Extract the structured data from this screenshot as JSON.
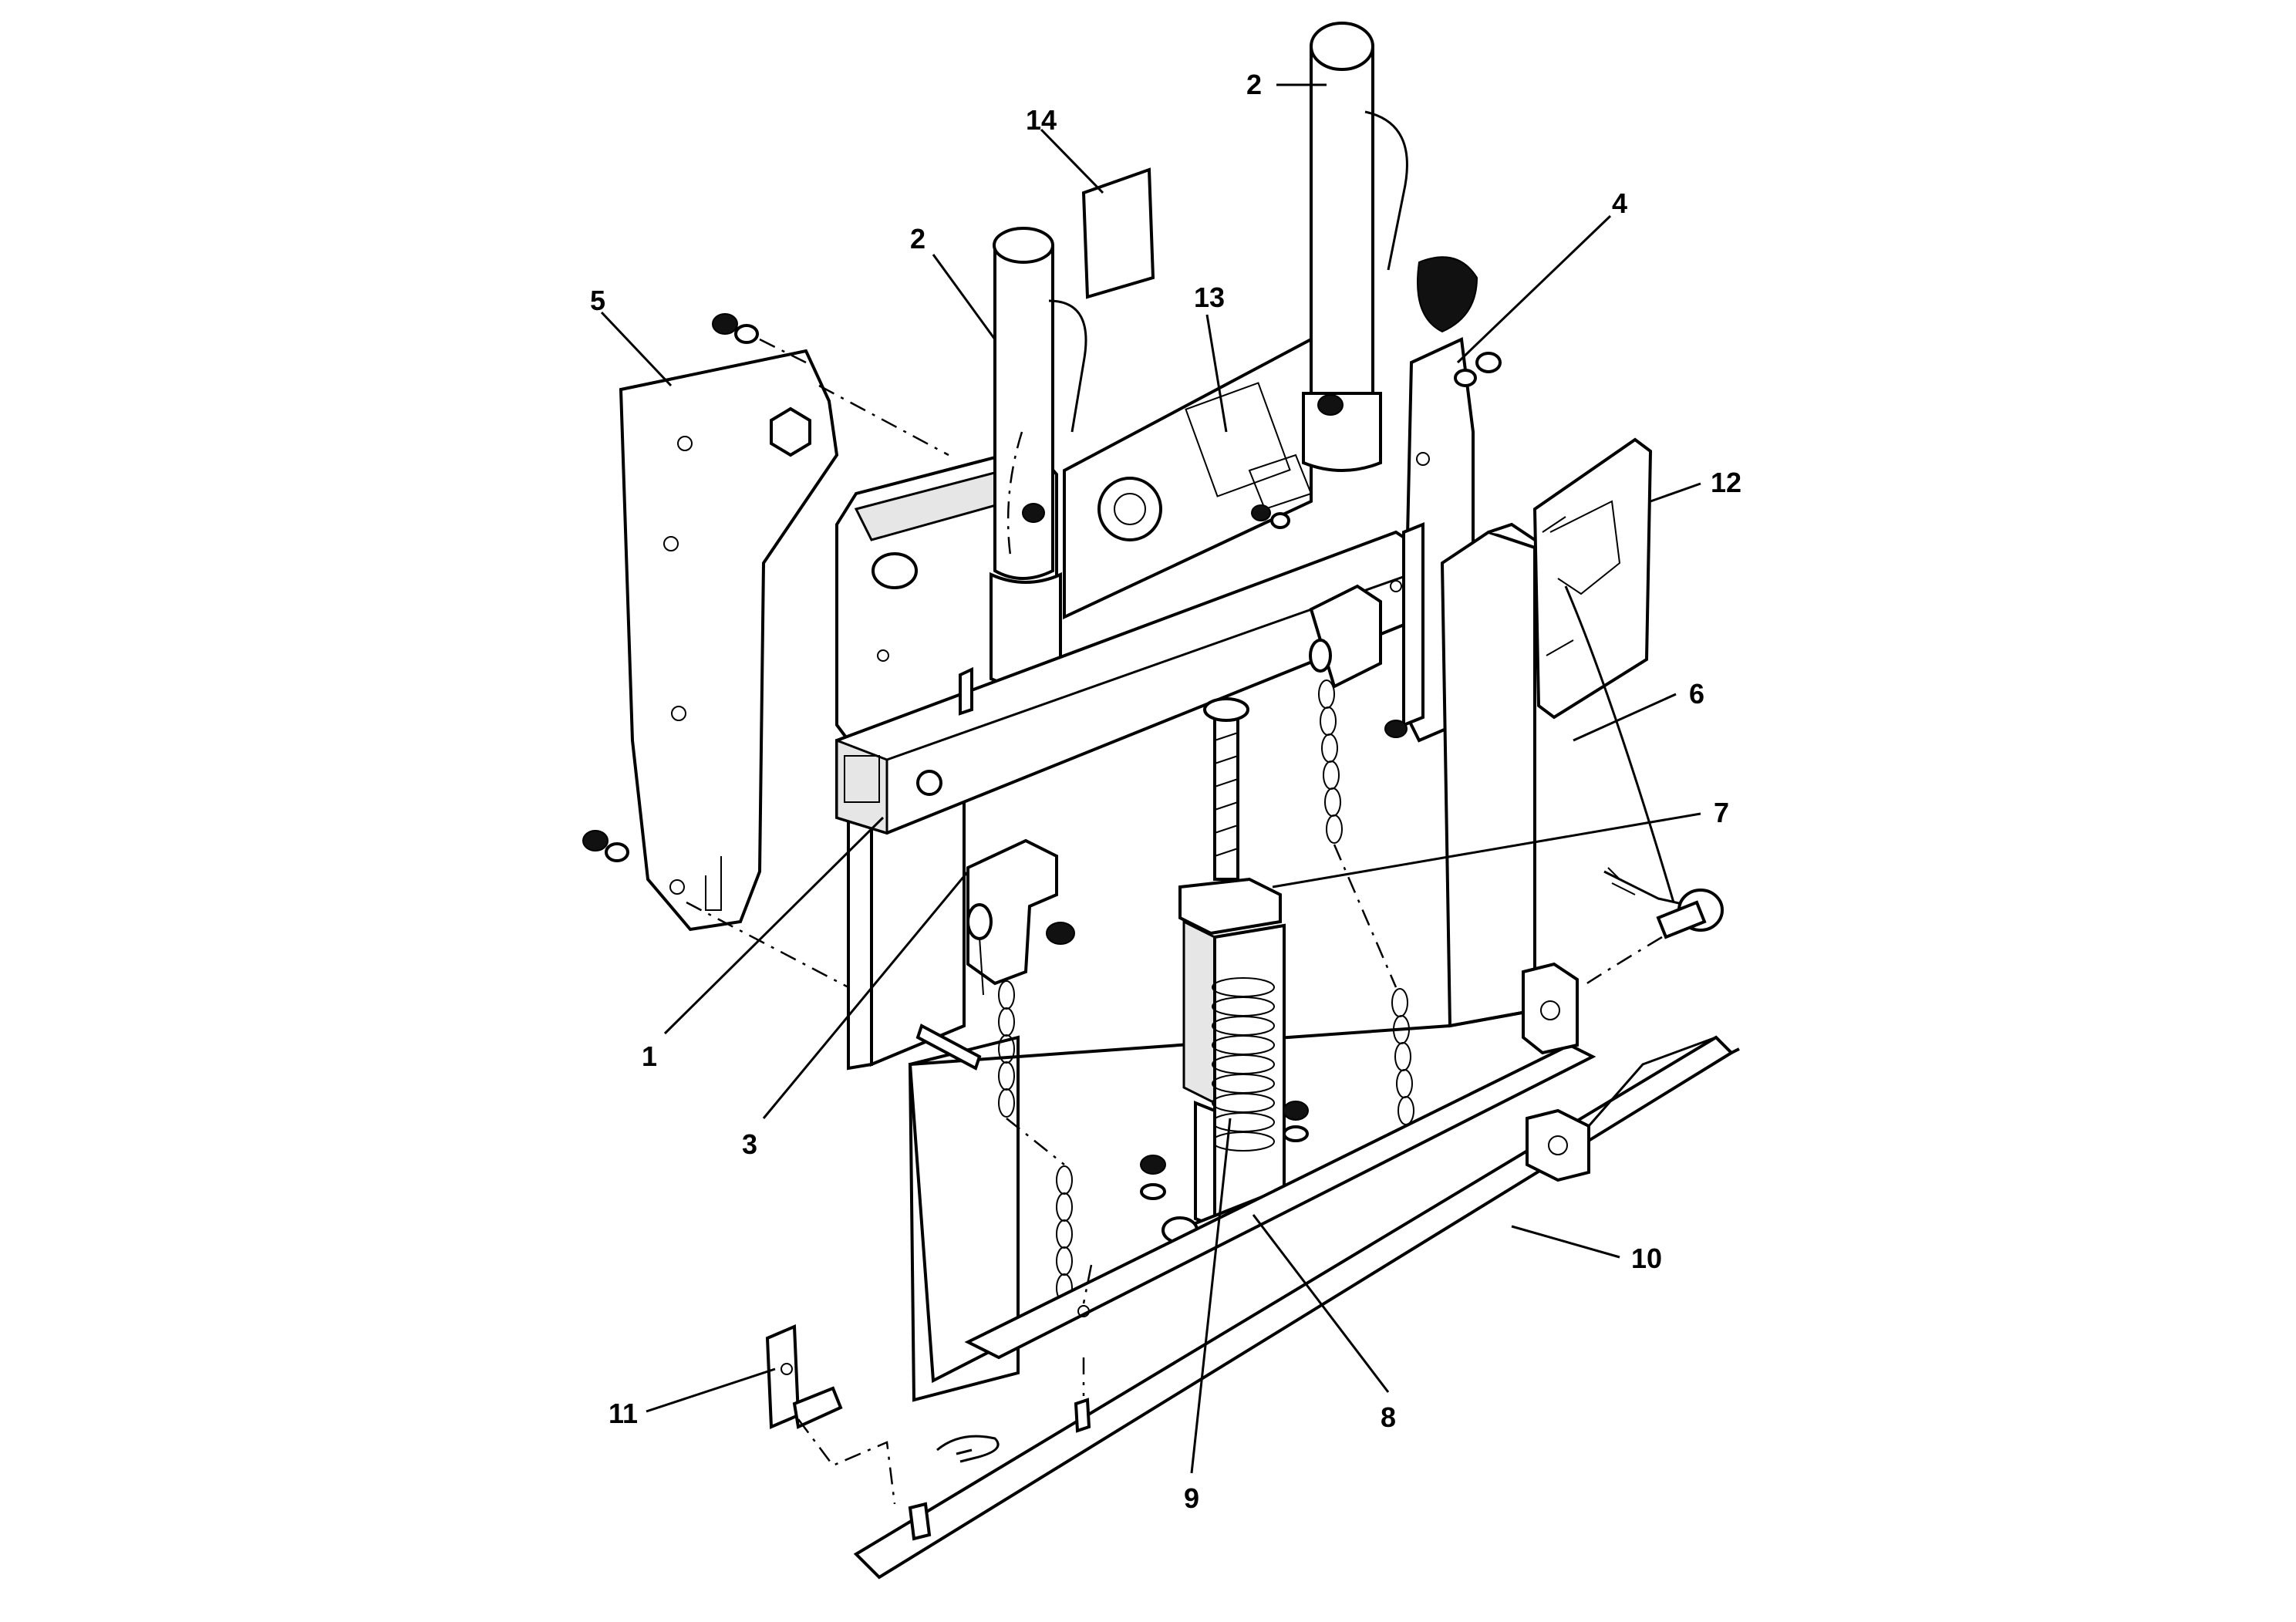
{
  "callouts": [
    {
      "id": "1",
      "label": "1"
    },
    {
      "id": "2a",
      "label": "2"
    },
    {
      "id": "2b",
      "label": "2"
    },
    {
      "id": "3",
      "label": "3"
    },
    {
      "id": "4",
      "label": "4"
    },
    {
      "id": "5",
      "label": "5"
    },
    {
      "id": "6",
      "label": "6"
    },
    {
      "id": "7",
      "label": "7"
    },
    {
      "id": "8",
      "label": "8"
    },
    {
      "id": "9",
      "label": "9"
    },
    {
      "id": "10",
      "label": "10"
    },
    {
      "id": "11",
      "label": "11"
    },
    {
      "id": "12",
      "label": "12"
    },
    {
      "id": "13",
      "label": "13"
    },
    {
      "id": "14",
      "label": "14"
    }
  ],
  "colors": {
    "ink": "#000000",
    "paper": "#ffffff"
  }
}
